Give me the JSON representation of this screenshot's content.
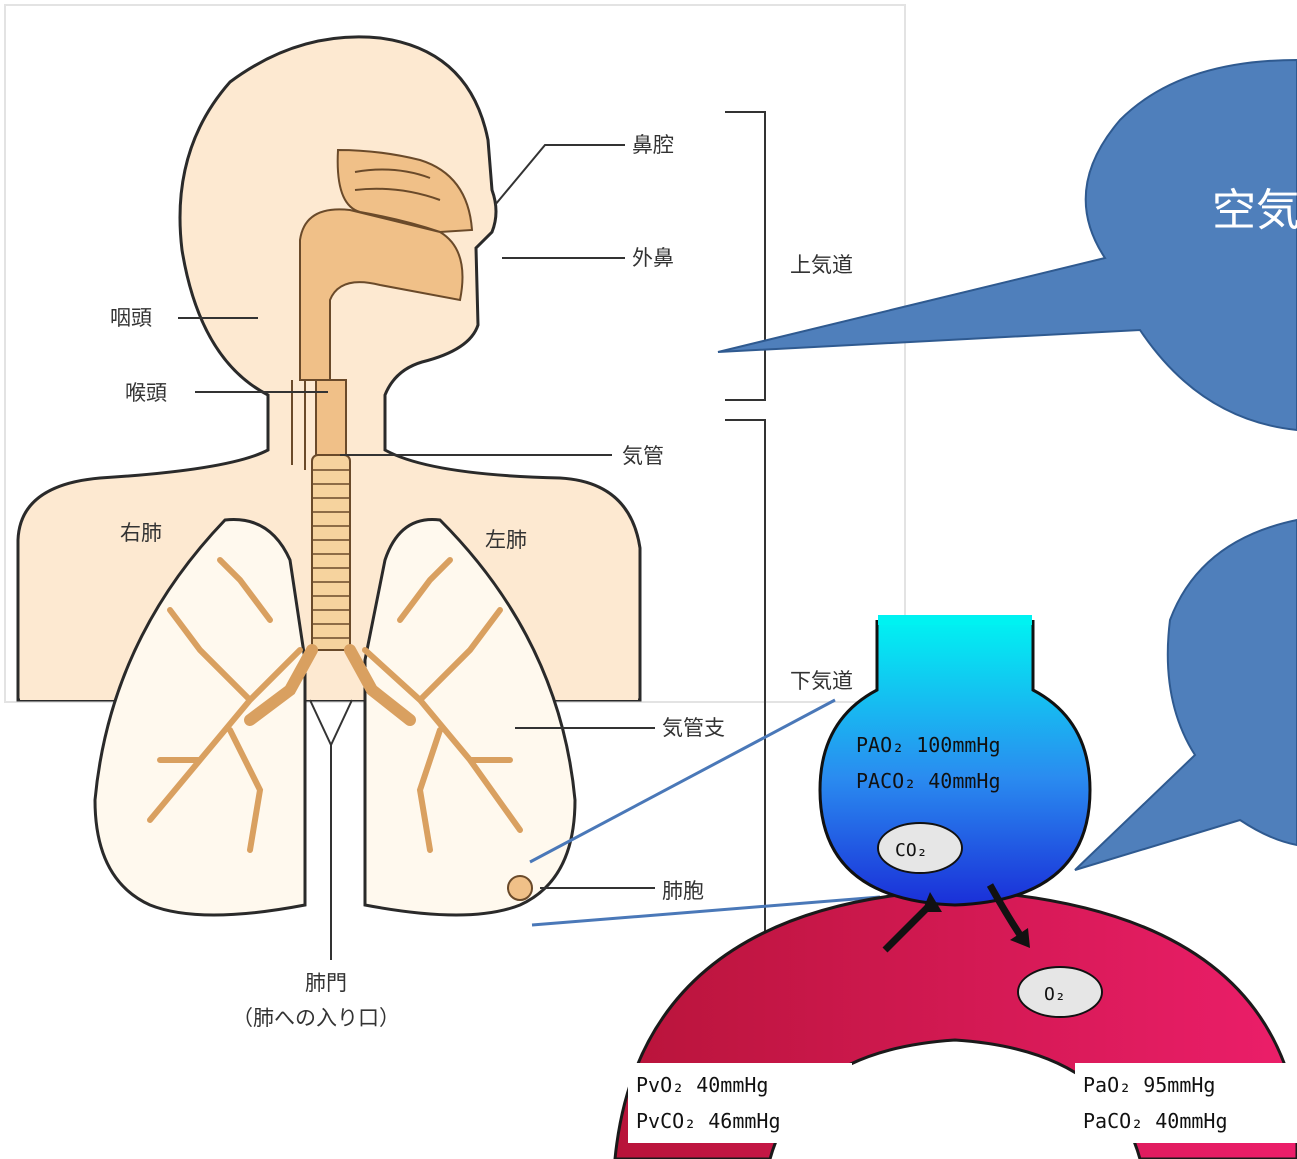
{
  "anatomy": {
    "labels": {
      "nasal_cavity": "鼻腔",
      "external_nose": "外鼻",
      "pharynx": "咽頭",
      "larynx": "喉頭",
      "trachea": "気管",
      "right_lung": "右肺",
      "left_lung": "左肺",
      "bronchi": "気管支",
      "alveoli": "肺胞",
      "upper_airway": "上気道",
      "lower_airway": "下気道",
      "hilum": "肺門",
      "hilum_note": "（肺への入り口）"
    }
  },
  "callouts": {
    "top_text": "空気"
  },
  "alveolus": {
    "pao2": "PAO₂  100mmHg",
    "paco2": "PACO₂  40mmHg",
    "co2_cloud": "CO₂",
    "o2_cloud": "O₂"
  },
  "venous": {
    "line1": "PvO₂    40mmHg",
    "line2": "PvCO₂  46mmHg"
  },
  "arterial": {
    "line1": "PaO₂    95mmHg",
    "line2": "PaCO₂  40mmHg"
  },
  "colors": {
    "skin": "#fde9d1",
    "airway": "#f0c088",
    "callout": "#4f7fbb",
    "vessel": "#d0154a",
    "alveolus_top": "#00e8f0",
    "alveolus_bottom": "#1a3ad8"
  }
}
